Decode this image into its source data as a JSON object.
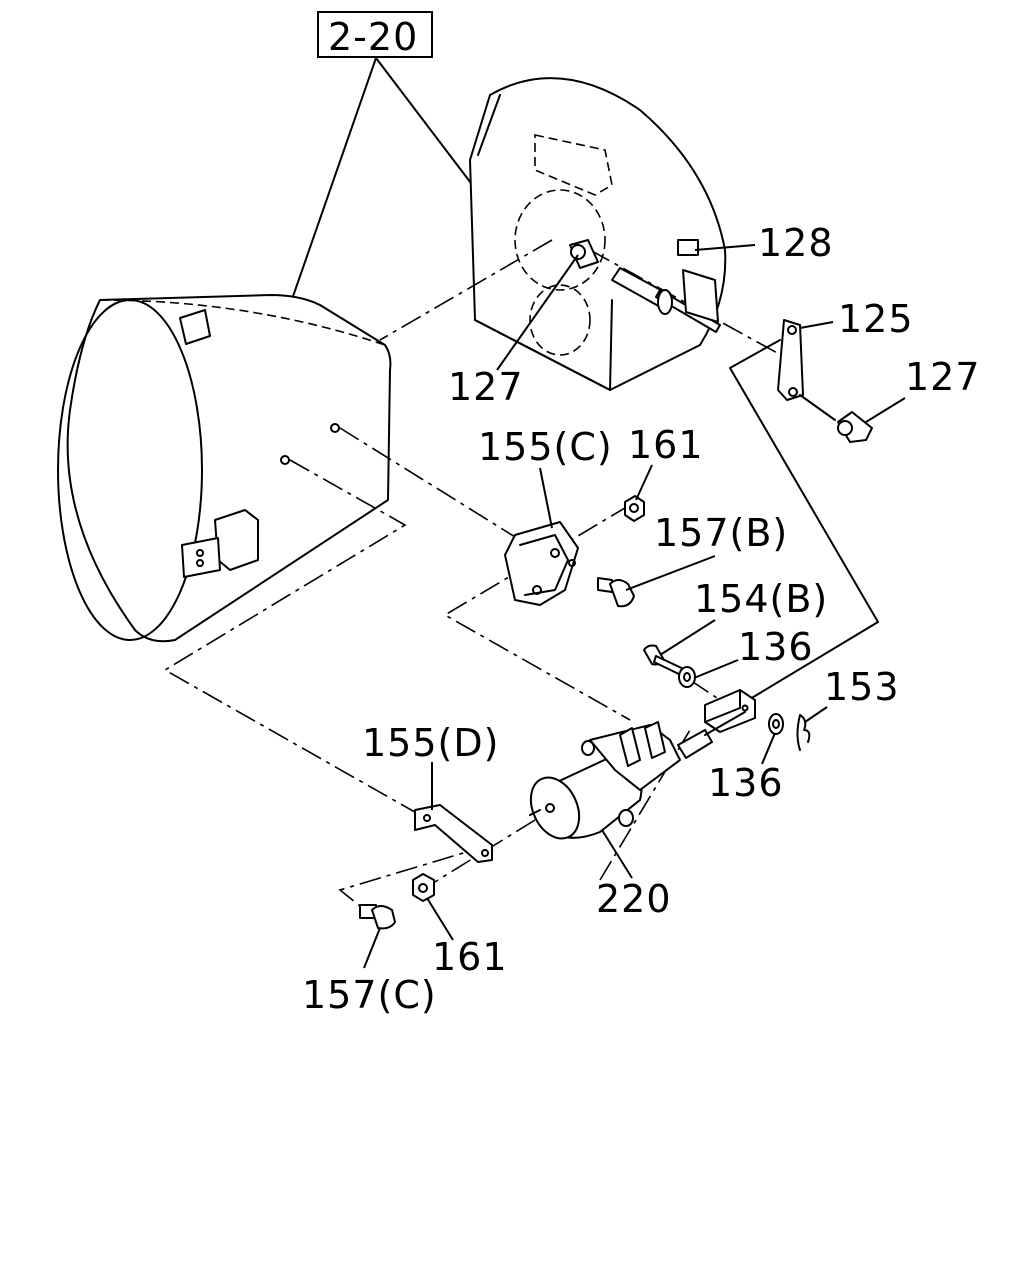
{
  "ref_box": "2-20",
  "callouts": {
    "c128": "128",
    "c125": "125",
    "c127a": "127",
    "c127b": "127",
    "c155c": "155(C)",
    "c161a": "161",
    "c157b": "157(B)",
    "c154b": "154(B)",
    "c136a": "136",
    "c153": "153",
    "c136b": "136",
    "c155d": "155(D)",
    "c220": "220",
    "c161b": "161",
    "c157c": "157(C)"
  }
}
